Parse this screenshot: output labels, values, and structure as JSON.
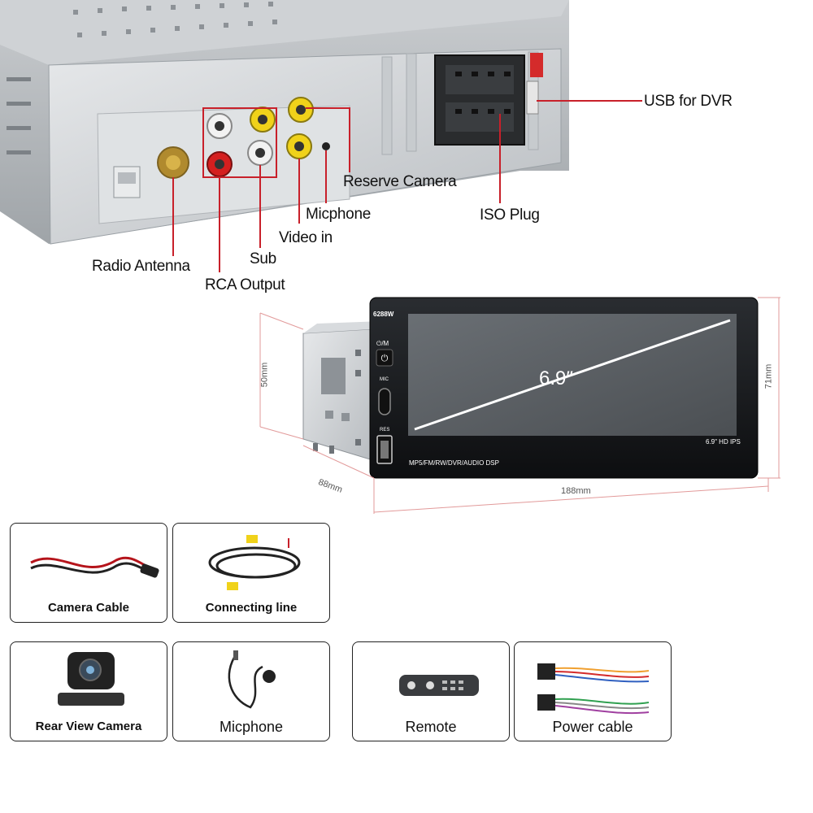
{
  "callouts": {
    "usb_for_dvr": "USB for DVR",
    "reserve_camera": "Reserve Camera",
    "iso_plug": "ISO Plug",
    "micphone": "Micphone",
    "video_in": "Video in",
    "sub": "Sub",
    "radio_antenna": "Radio Antenna",
    "rca_output": "RCA Output"
  },
  "device": {
    "model": "6288W",
    "power_key": "⏻/M",
    "mic_label": "MIC",
    "res_label": "RES",
    "screen_size": "6.9″",
    "screen_spec": "6.9\" HD IPS",
    "features": "MP5/FM/RW/DVR/AUDIO DSP"
  },
  "dimensions": {
    "height": "50mm",
    "depth": "88mm",
    "width": "188mm",
    "front_height": "71mm"
  },
  "accessories": [
    {
      "label": "Camera Cable"
    },
    {
      "label": "Connecting line"
    },
    {
      "label": "Rear View Camera"
    },
    {
      "label": "Micphone"
    },
    {
      "label": "Remote"
    },
    {
      "label": "Power cable"
    }
  ],
  "colors": {
    "callout_line": "#c8202a",
    "dim_line": "#e29a9a",
    "chassis": "#d3d6d9",
    "rca_yellow": "#f0d21a",
    "rca_red": "#d41f1f"
  }
}
